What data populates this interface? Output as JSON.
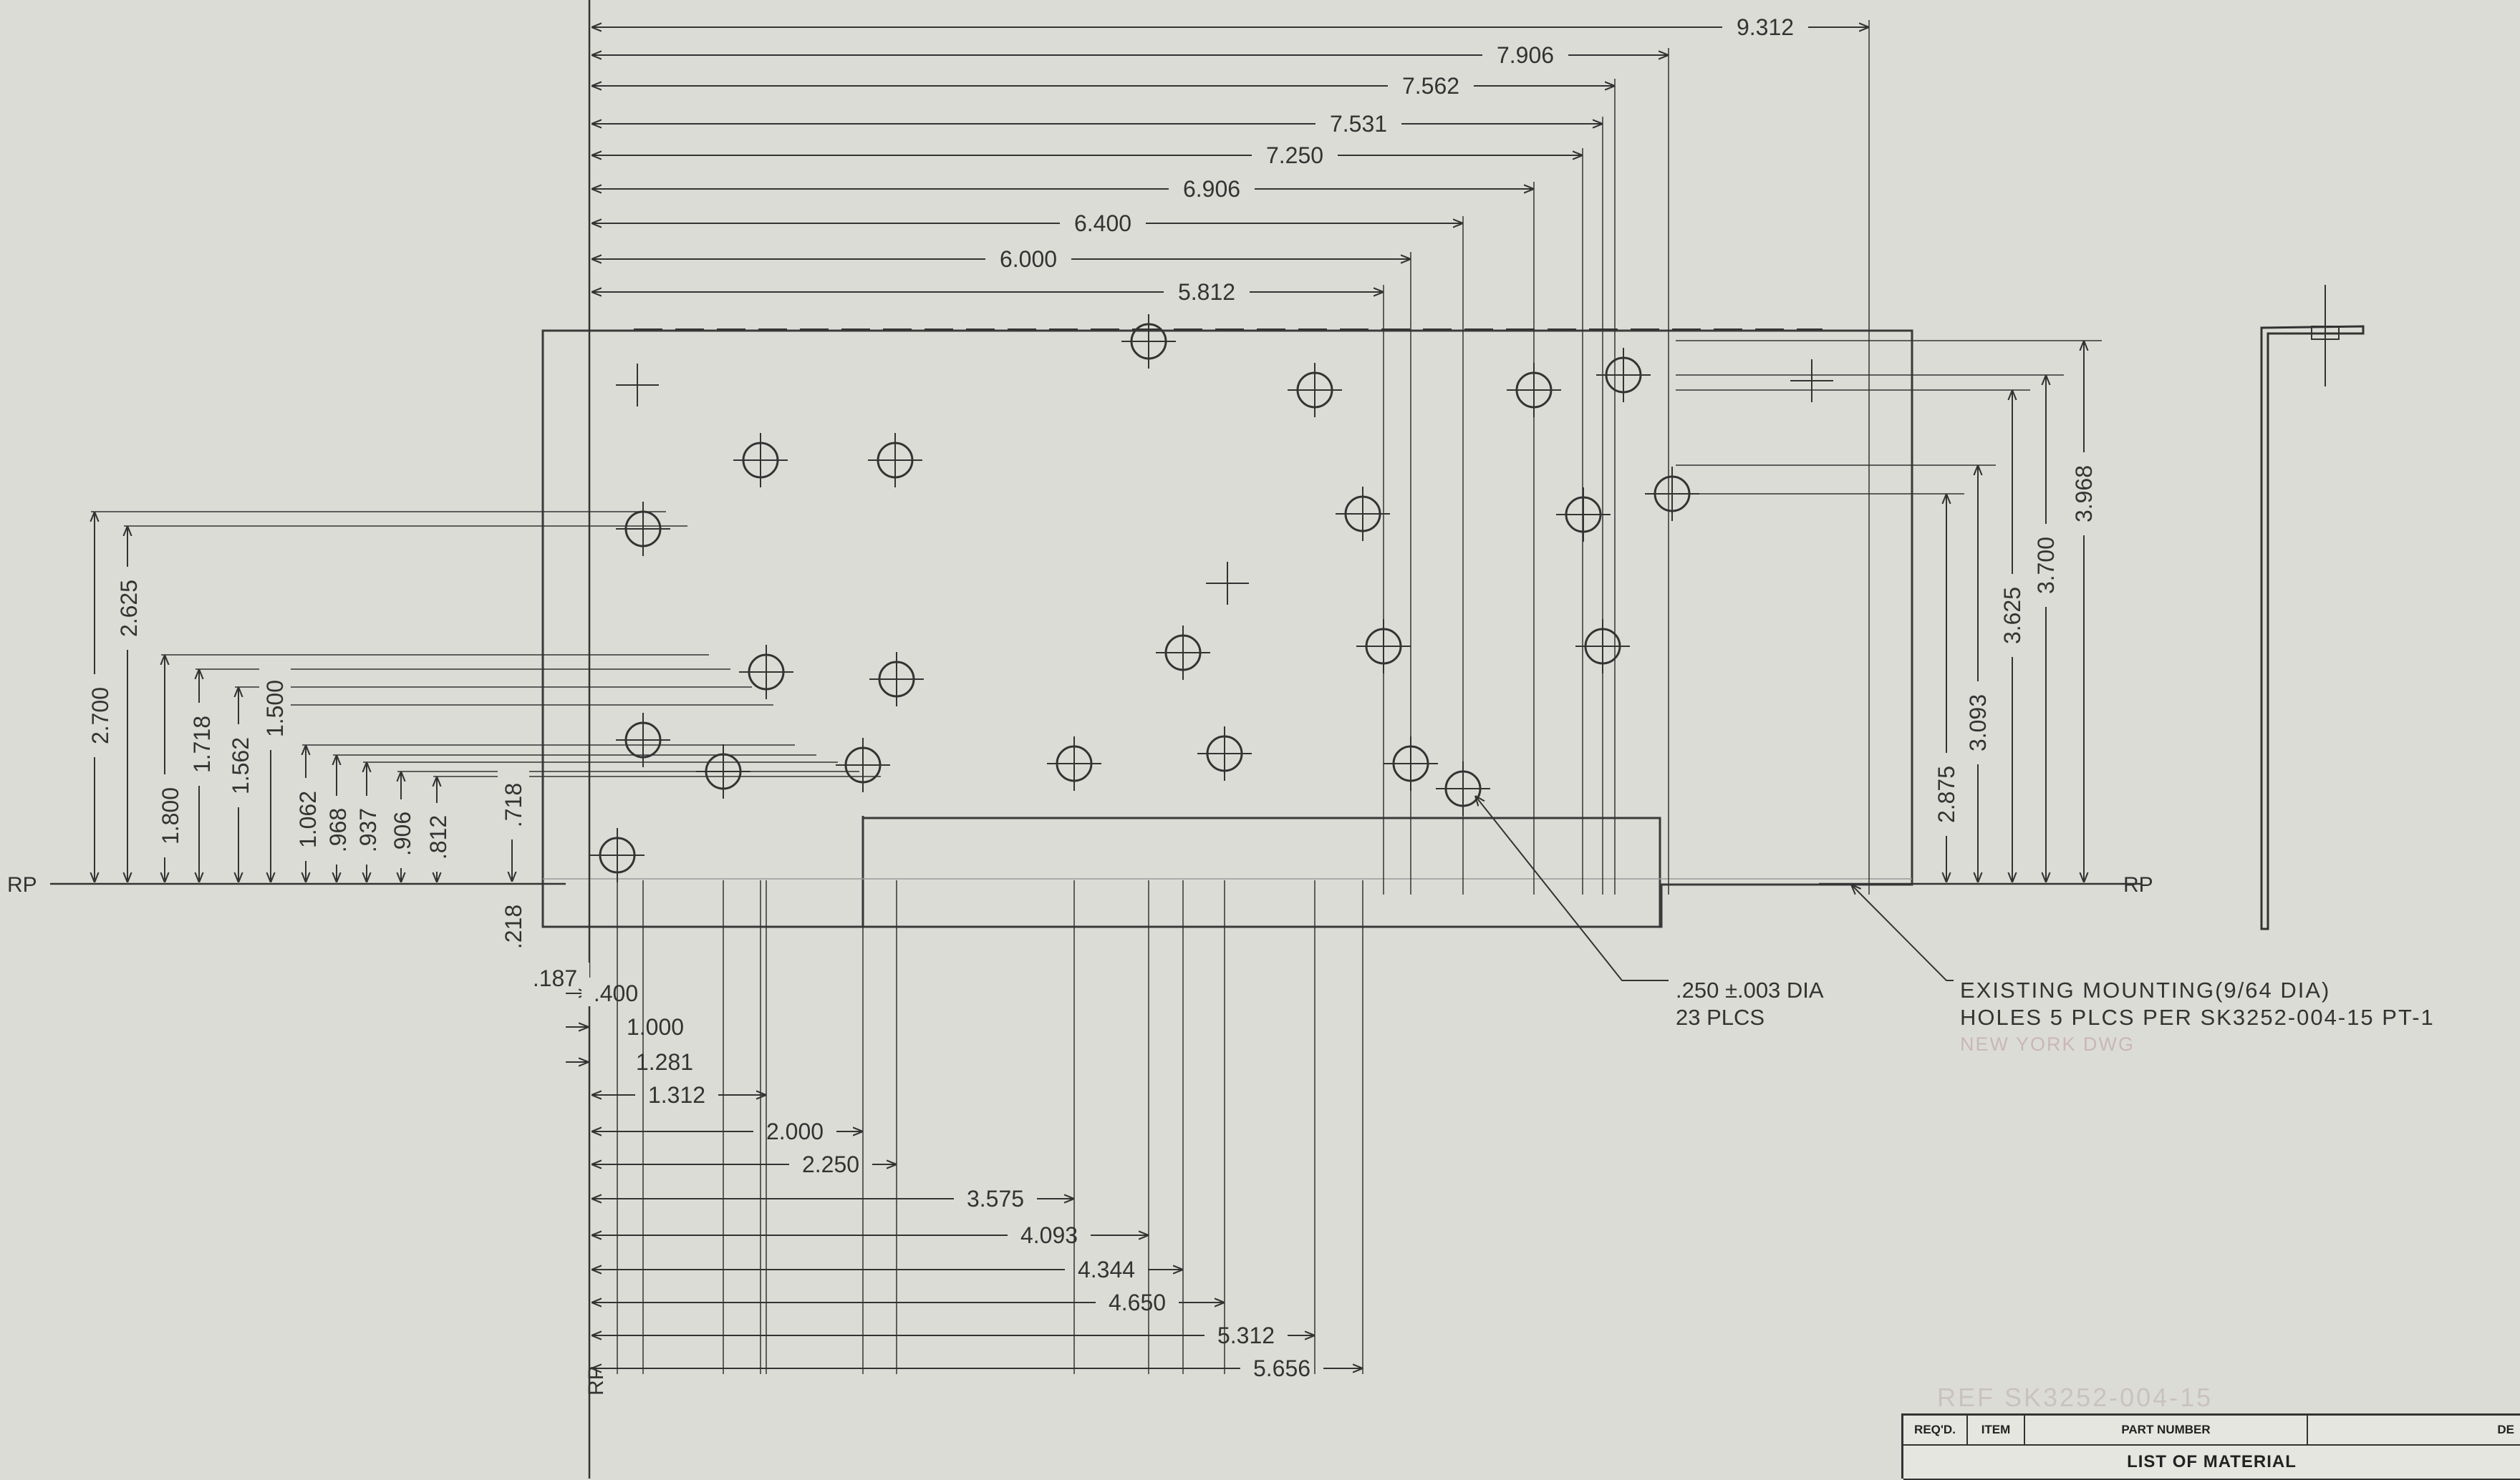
{
  "reference_point_label": "RP",
  "horizontal_dimensions_top": [
    "9.312",
    "7.906",
    "7.562",
    "7.531",
    "7.250",
    "6.906",
    "6.400",
    "6.000",
    "5.812"
  ],
  "horizontal_dimensions_bottom": [
    ".187",
    ".400",
    "1.000",
    "1.281",
    "1.312",
    "2.000",
    "2.250",
    "3.575",
    "4.093",
    "4.344",
    "4.650",
    "5.312",
    "5.656"
  ],
  "vertical_dimensions_left": [
    "2.700",
    "2.625",
    "1.800",
    "1.718",
    "1.562",
    "1.500",
    "1.062",
    ".968",
    ".937",
    ".906",
    ".812",
    ".718",
    ".218"
  ],
  "vertical_dimensions_right": [
    "2.875",
    "3.093",
    "3.625",
    "3.700",
    "3.968"
  ],
  "hole_note": {
    "line1": ".250 ±.003 DIA",
    "line2": "23 PLCS"
  },
  "existing_note": {
    "line1": "EXISTING MOUNTING(9/64 DIA)",
    "line2": "HOLES 5 PLCS PER SK3252-004-15 PT-1",
    "line3": "NEW YORK DWG"
  },
  "faint_reference": "REF SK3252-004-15",
  "material_table": {
    "columns": [
      "REQ'D.",
      "ITEM",
      "PART NUMBER",
      "DE"
    ],
    "title": "LIST OF MATERIAL"
  }
}
